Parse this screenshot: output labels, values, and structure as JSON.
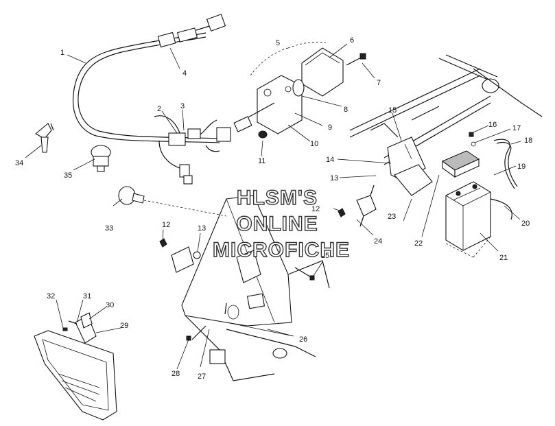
{
  "watermark": {
    "line1": "HLSM'S",
    "line2": "ONLINE",
    "line3": "MICROFICHE"
  },
  "callouts": [
    "1",
    "2",
    "3",
    "4",
    "5",
    "6",
    "7",
    "8",
    "9",
    "10",
    "11",
    "12",
    "12",
    "13",
    "13",
    "14",
    "15",
    "16",
    "17",
    "18",
    "19",
    "20",
    "21",
    "22",
    "23",
    "24",
    "25",
    "26",
    "27",
    "28",
    "29",
    "30",
    "31",
    "32",
    "33",
    "34",
    "35"
  ]
}
